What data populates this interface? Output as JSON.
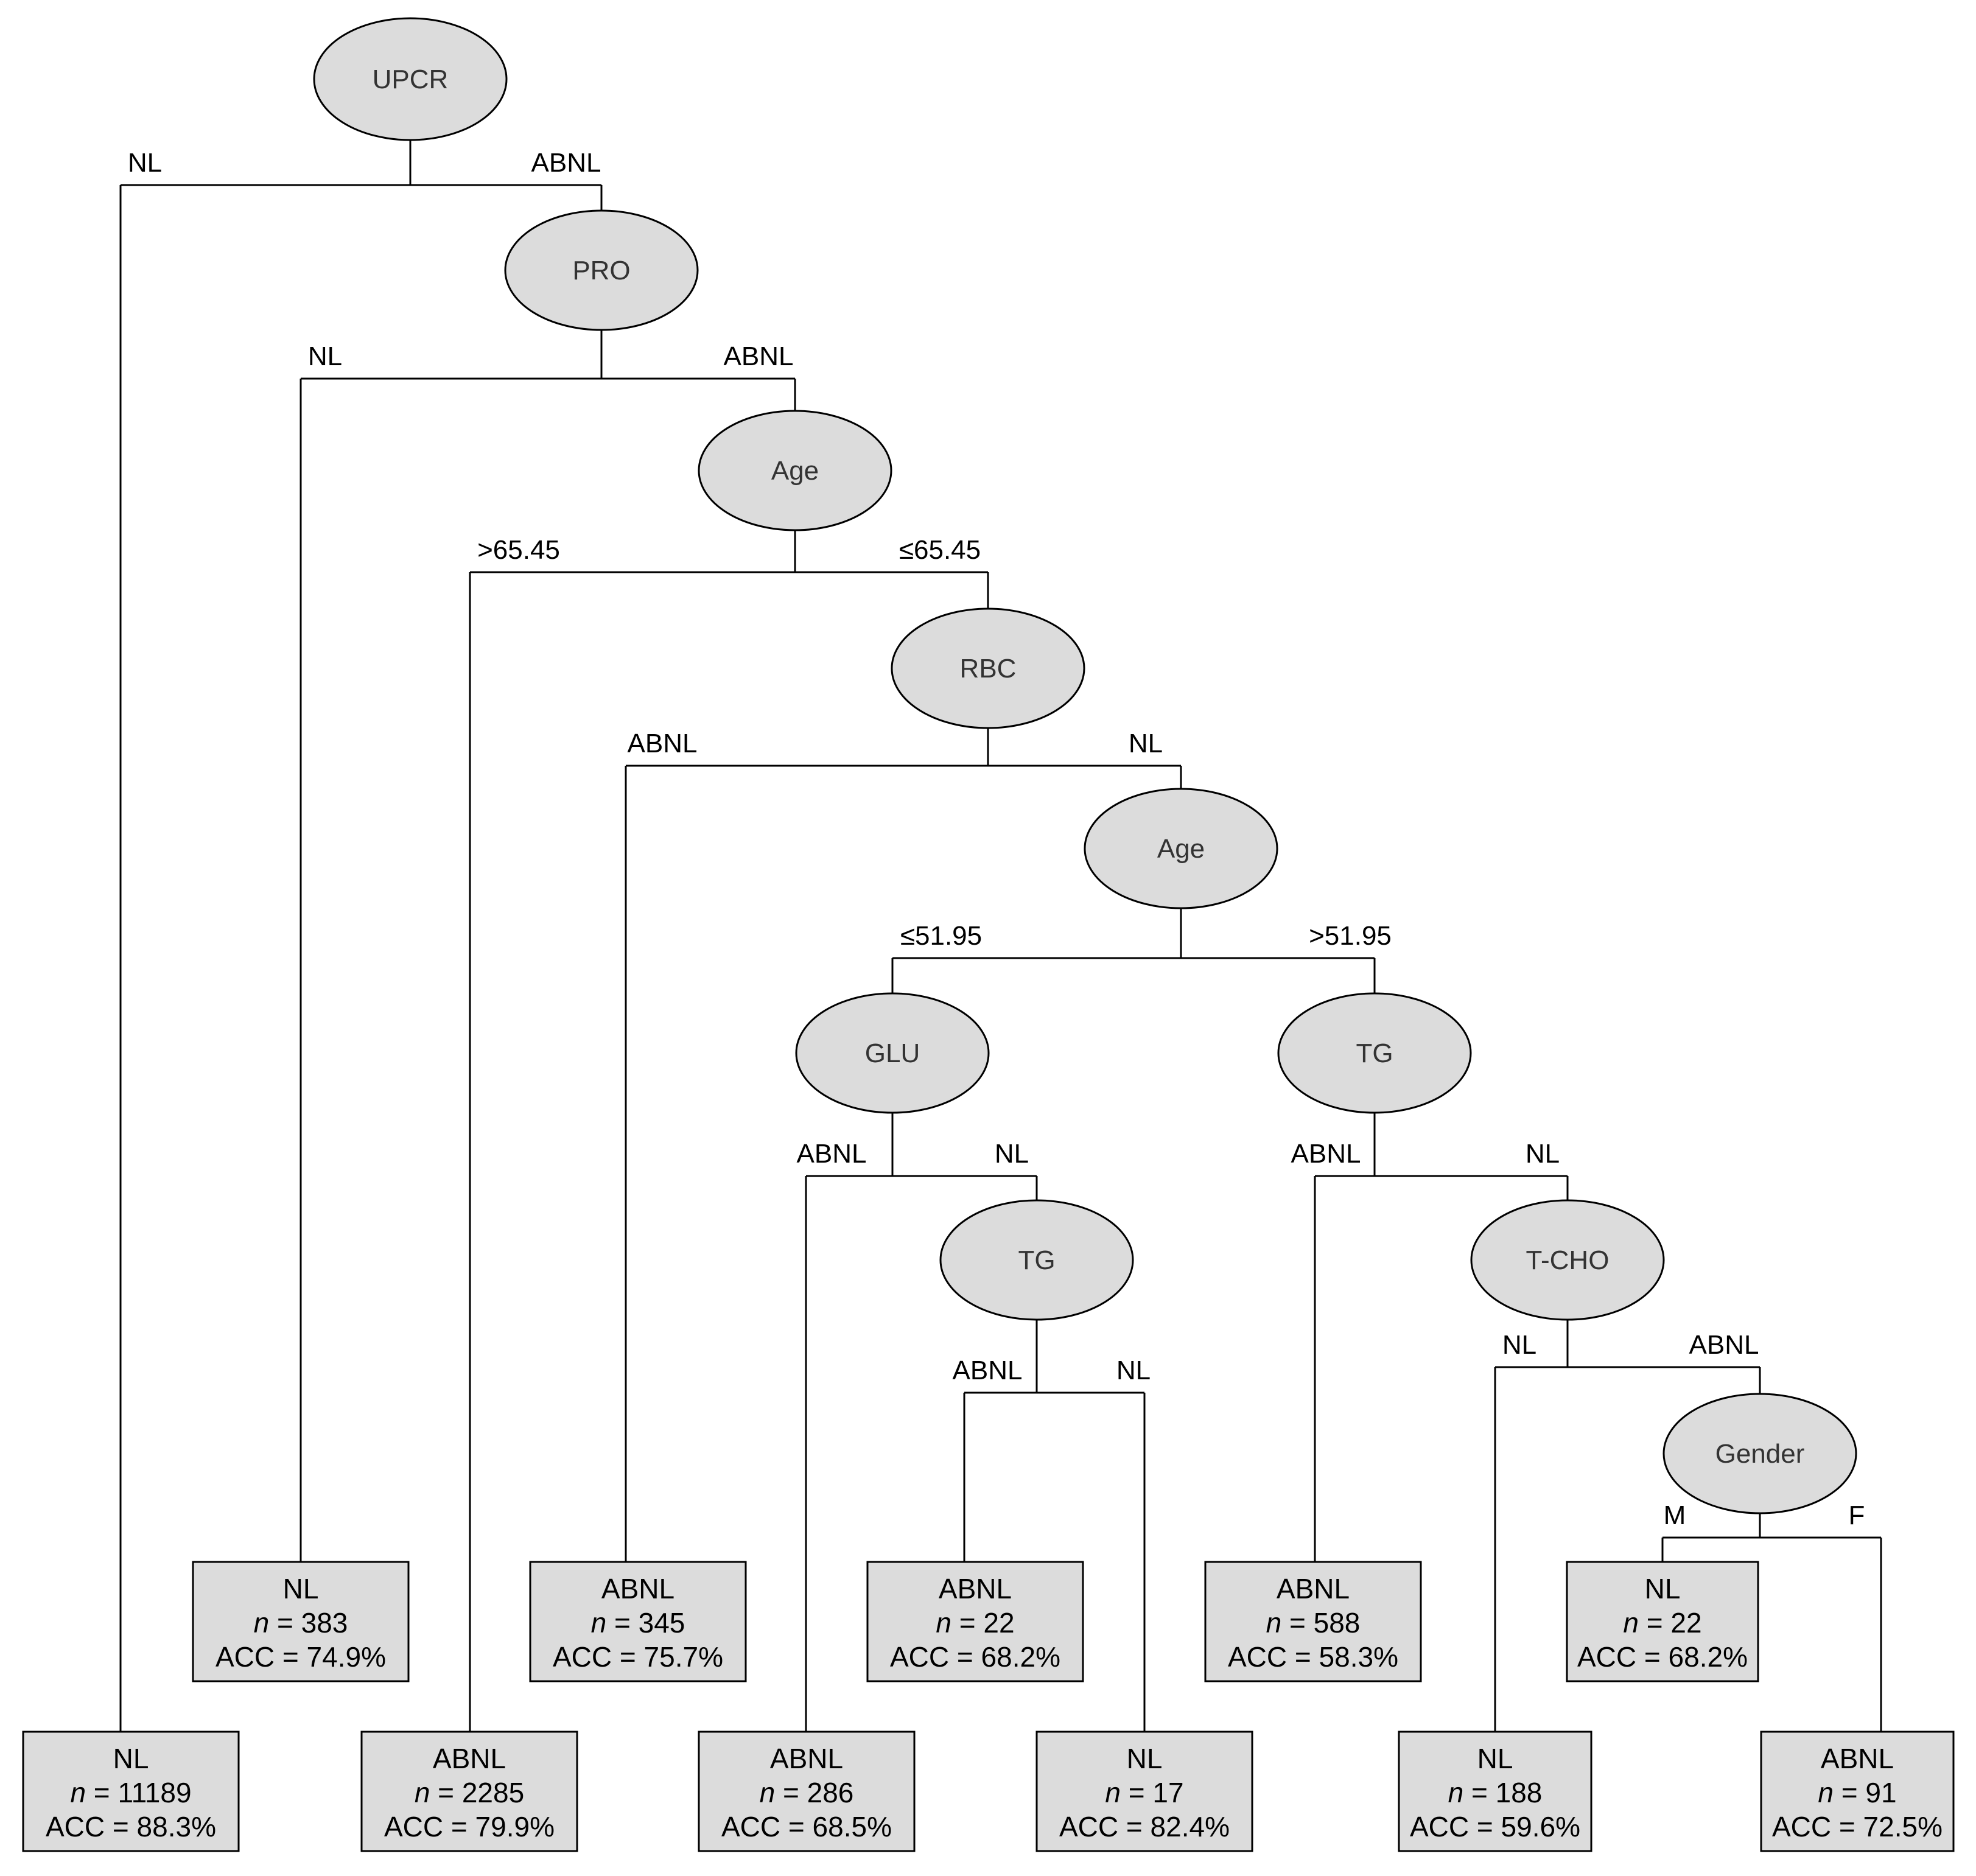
{
  "nodes": {
    "upcr": "UPCR",
    "pro": "PRO",
    "age1": "Age",
    "rbc": "RBC",
    "age2": "Age",
    "glu": "GLU",
    "tg1": "TG",
    "tg2": "TG",
    "tcho": "T-CHO",
    "gender": "Gender"
  },
  "branches": {
    "upcr_left": "NL",
    "upcr_right": "ABNL",
    "pro_left": "NL",
    "pro_right": "ABNL",
    "age1_left": ">65.45",
    "age1_right": "≤65.45",
    "rbc_left": "ABNL",
    "rbc_right": "NL",
    "age2_left": "≤51.95",
    "age2_right": ">51.95",
    "glu_left": "ABNL",
    "glu_right": "NL",
    "tg2_left": "ABNL",
    "tg2_right": "NL",
    "tg1_left": "ABNL",
    "tg1_right": "NL",
    "tcho_left": "NL",
    "tcho_right": "ABNL",
    "gender_left": "M",
    "gender_right": "F"
  },
  "n_prefix": "n",
  "leaves": {
    "upcr_nl": {
      "label": "NL",
      "n": " = 11189",
      "acc": "ACC = 88.3%"
    },
    "pro_nl": {
      "label": "NL",
      "n": " = 383",
      "acc": "ACC = 74.9%"
    },
    "age1_hi": {
      "label": "ABNL",
      "n": " = 2285",
      "acc": "ACC = 79.9%"
    },
    "rbc_abnl": {
      "label": "ABNL",
      "n": " = 345",
      "acc": "ACC = 75.7%"
    },
    "glu_abnl": {
      "label": "ABNL",
      "n": " = 286",
      "acc": "ACC = 68.5%"
    },
    "tg2_abnl": {
      "label": "ABNL",
      "n": " = 22",
      "acc": "ACC = 68.2%"
    },
    "tg2_nl": {
      "label": "NL",
      "n": " = 17",
      "acc": "ACC = 82.4%"
    },
    "tg1_abnl": {
      "label": "ABNL",
      "n": " = 588",
      "acc": "ACC = 58.3%"
    },
    "tcho_nl": {
      "label": "NL",
      "n": " = 188",
      "acc": "ACC = 59.6%"
    },
    "gender_m": {
      "label": "NL",
      "n": " = 22",
      "acc": "ACC = 68.2%"
    },
    "gender_f": {
      "label": "ABNL",
      "n": " = 91",
      "acc": "ACC = 72.5%"
    }
  }
}
